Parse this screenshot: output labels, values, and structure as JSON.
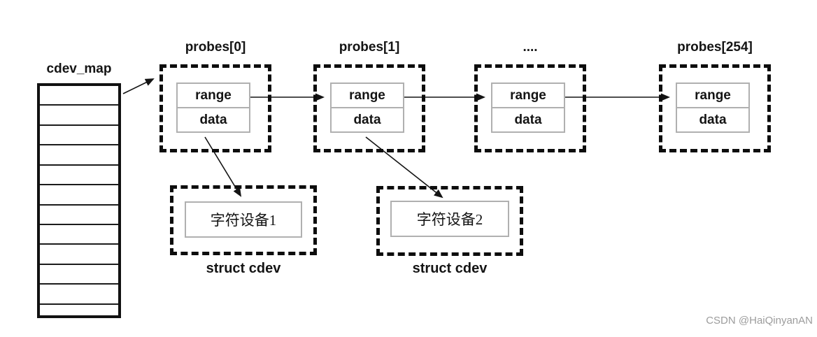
{
  "cdev_map": {
    "label": "cdev_map",
    "row_count": 12
  },
  "probes": [
    {
      "label": "probes[0]",
      "range": "range",
      "data": "data"
    },
    {
      "label": "probes[1]",
      "range": "range",
      "data": "data"
    },
    {
      "label": "....",
      "range": "range",
      "data": "data"
    },
    {
      "label": "probes[254]",
      "range": "range",
      "data": "data"
    }
  ],
  "cdev_nodes": [
    {
      "value": "字符设备1",
      "caption": "struct cdev"
    },
    {
      "value": "字符设备2",
      "caption": "struct cdev"
    }
  ],
  "watermark": "CSDN @HaiQinyanAN",
  "colors": {
    "stroke": "#141414",
    "dashed_border": "#0d0d0d",
    "cell_border": "#b0b0b0",
    "watermark": "#9c9c9c"
  }
}
